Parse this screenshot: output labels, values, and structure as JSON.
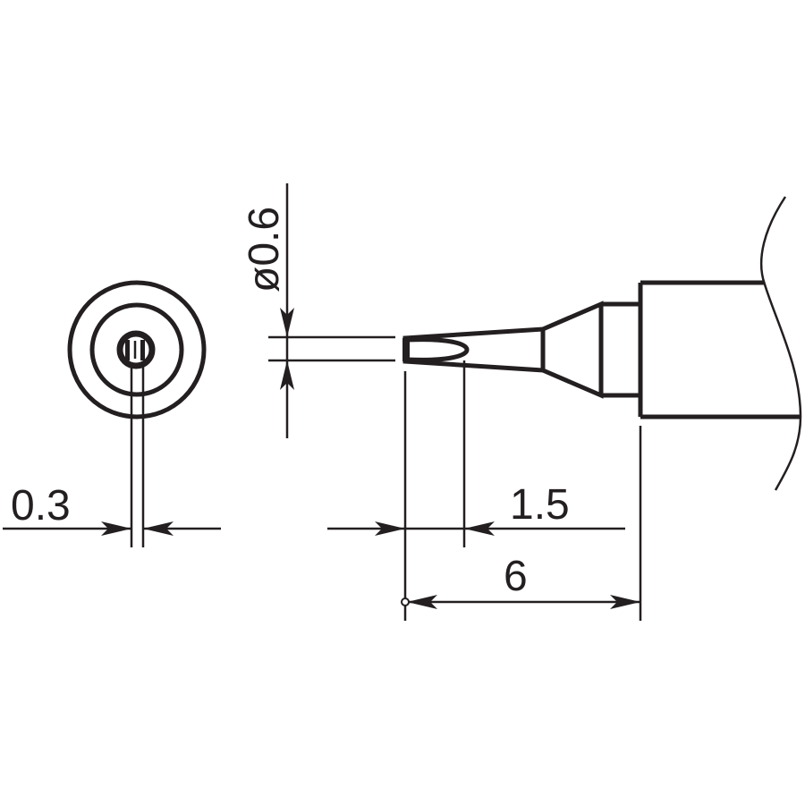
{
  "diagram": {
    "type": "technical-drawing",
    "subject": "soldering-tip-profile",
    "line_color": "#231f20",
    "background": "#ffffff"
  },
  "dimensions": {
    "tip_width": {
      "label": "0.3"
    },
    "tip_diameter": {
      "label": "ø0.6"
    },
    "flat_length": {
      "label": "1.5"
    },
    "tip_length": {
      "label": "6"
    }
  },
  "views": [
    {
      "name": "end-view",
      "description": "concentric circles with slotted tip face"
    },
    {
      "name": "side-view",
      "description": "tapered tip, cone, collar and broken shank"
    }
  ]
}
